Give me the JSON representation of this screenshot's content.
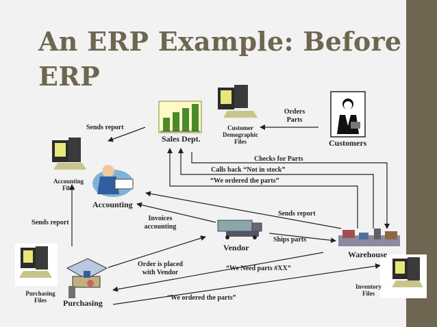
{
  "slide": {
    "title_line1": "An ERP Example: Before",
    "title_line2": "ERP",
    "accent_color": "#6e6650"
  },
  "nodes": {
    "sales": "Sales Dept.",
    "customers": "Customers",
    "customer_files": "Customer\nDemographic\nFiles",
    "accounting_files": "Accounting\nFiles",
    "accounting": "Accounting",
    "vendor": "Vendor",
    "warehouse": "Warehouse",
    "inventory_files": "Inventory\nFiles",
    "purchasing_files": "Purchasing\nFiles",
    "purchasing": "Purchasing"
  },
  "edges": {
    "orders_parts": "Orders\nParts",
    "sends_report_sales": "Sends report",
    "checks_for_parts": "Checks for Parts",
    "calls_back": "Calls back  “Not in stock”",
    "we_ordered_sales": "“We ordered the parts”",
    "sends_report_warehouse": "Sends report",
    "invoices_accounting": "Invoices\naccounting",
    "sends_report_purchasing": "Sends report",
    "ships_parts": "Ships parts",
    "order_placed": "Order is placed\nwith Vendor",
    "we_need_parts": "“We Need parts #XX”",
    "we_ordered_purchasing": "“We ordered the parts”"
  },
  "icons": [
    "bar-chart-icon",
    "computer-icon",
    "businessman-icon",
    "accountant-icon",
    "truck-icon",
    "warehouse-icon",
    "office-desk-icon"
  ]
}
